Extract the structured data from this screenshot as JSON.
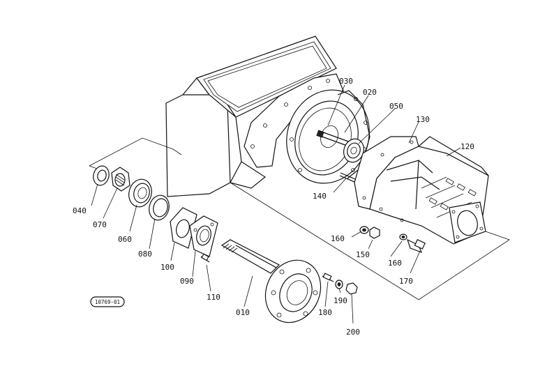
{
  "diagram": {
    "reference_code": "10769-01",
    "callouts": [
      {
        "id": "010",
        "label": "010"
      },
      {
        "id": "020",
        "label": "020"
      },
      {
        "id": "030",
        "label": "030"
      },
      {
        "id": "040",
        "label": "040"
      },
      {
        "id": "050",
        "label": "050"
      },
      {
        "id": "060",
        "label": "060"
      },
      {
        "id": "070",
        "label": "070"
      },
      {
        "id": "080",
        "label": "080"
      },
      {
        "id": "090",
        "label": "090"
      },
      {
        "id": "100",
        "label": "100"
      },
      {
        "id": "110",
        "label": "110"
      },
      {
        "id": "120",
        "label": "120"
      },
      {
        "id": "130",
        "label": "130"
      },
      {
        "id": "140",
        "label": "140"
      },
      {
        "id": "150",
        "label": "150"
      },
      {
        "id": "160a",
        "label": "160"
      },
      {
        "id": "160b",
        "label": "160"
      },
      {
        "id": "170",
        "label": "170"
      },
      {
        "id": "180",
        "label": "180"
      },
      {
        "id": "190",
        "label": "190"
      },
      {
        "id": "200",
        "label": "200"
      }
    ]
  }
}
